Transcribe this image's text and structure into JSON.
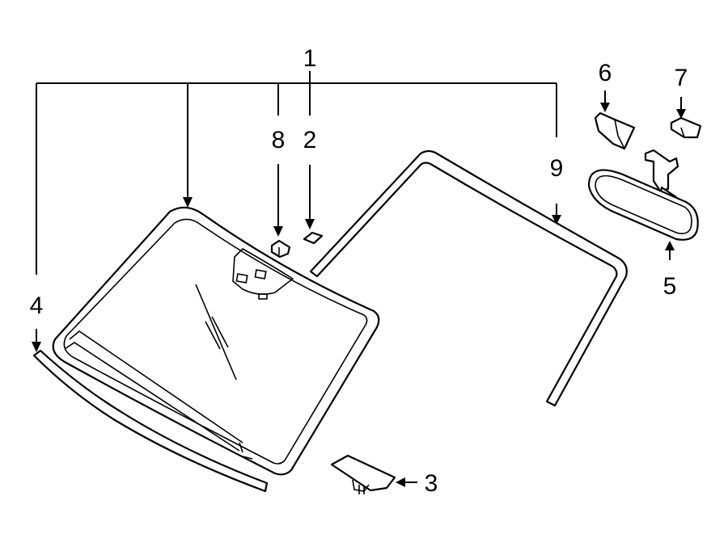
{
  "callouts": {
    "c1": "1",
    "c2": "2",
    "c3": "3",
    "c4": "4",
    "c5": "5",
    "c6": "6",
    "c7": "7",
    "c8": "8",
    "c9": "9"
  },
  "colors": {
    "line": "#000000",
    "background": "#ffffff"
  }
}
